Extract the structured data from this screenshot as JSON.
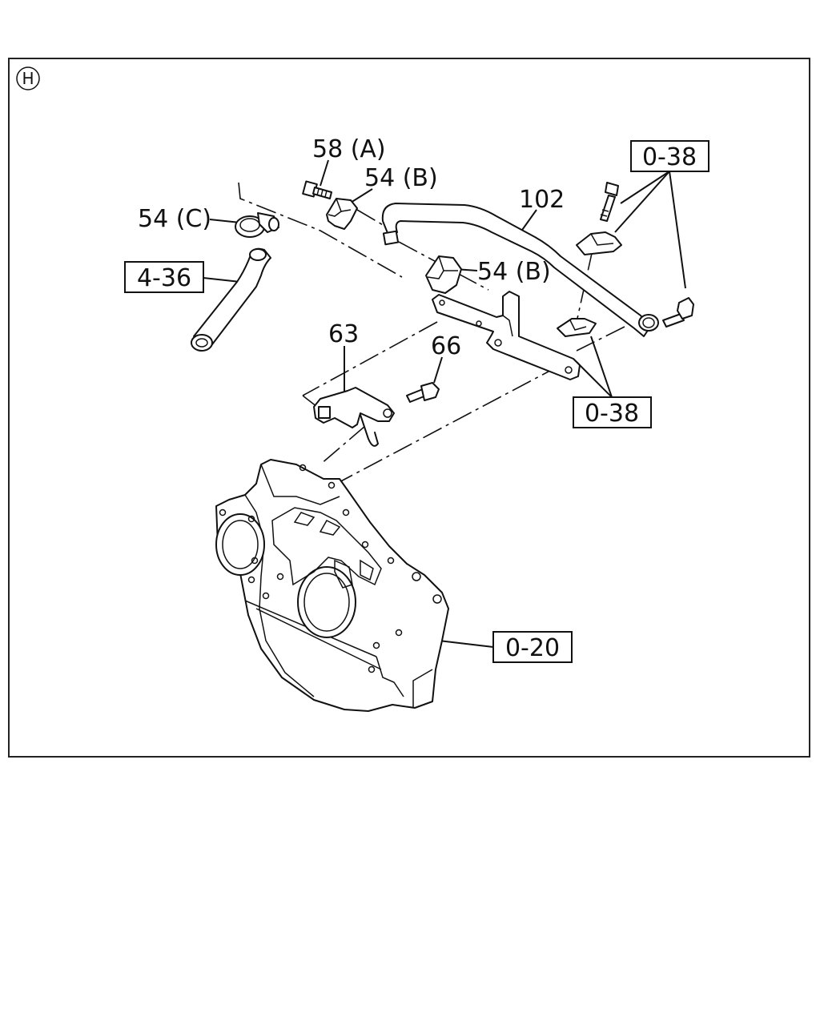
{
  "section_marker": "H",
  "callouts": {
    "c58a": "58 (A)",
    "c54b_top": "54 (B)",
    "c54c": "54 (C)",
    "c54b_mid": "54 (B)",
    "c102": "102",
    "c63": "63",
    "c66": "66"
  },
  "references": {
    "r0_38_top": "0-38",
    "r4_36": "4-36",
    "r0_38_bottom": "0-38",
    "r0_20": "0-20"
  },
  "colors": {
    "line": "#111111",
    "background": "#ffffff"
  }
}
